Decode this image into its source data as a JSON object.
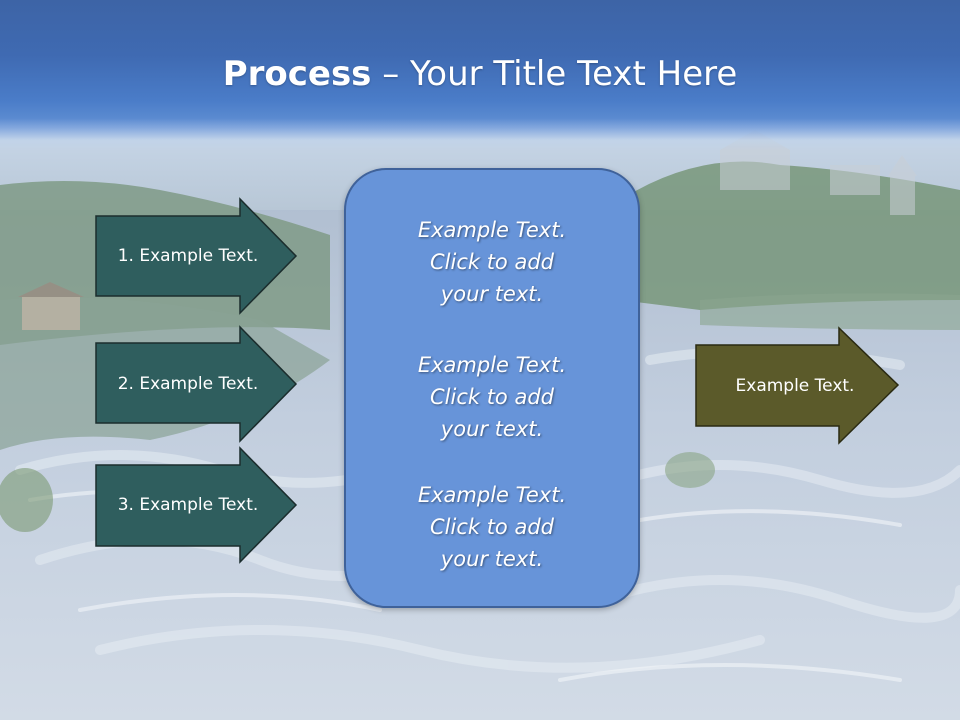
{
  "slide": {
    "title_bold": "Process",
    "title_rest": " – Your Title Text Here"
  },
  "left_arrows": [
    {
      "label": "1. Example Text."
    },
    {
      "label": "2. Example Text."
    },
    {
      "label": "3. Example Text."
    }
  ],
  "center_box": {
    "paragraphs": [
      {
        "line1": "Example Text.",
        "line2": "Click  to add",
        "line3": "your text."
      },
      {
        "line1": "Example Text.",
        "line2": "Click  to add",
        "line3": "your text."
      },
      {
        "line1": "Example Text.",
        "line2": "Click  to add",
        "line3": "your text."
      }
    ]
  },
  "right_arrow": {
    "label": "Example Text."
  },
  "colors": {
    "title_band": "#3f6ab2",
    "left_arrow_fill": "#2f5e5e",
    "center_box_fill": "#6794d9",
    "right_arrow_fill": "#5b5a2a"
  }
}
